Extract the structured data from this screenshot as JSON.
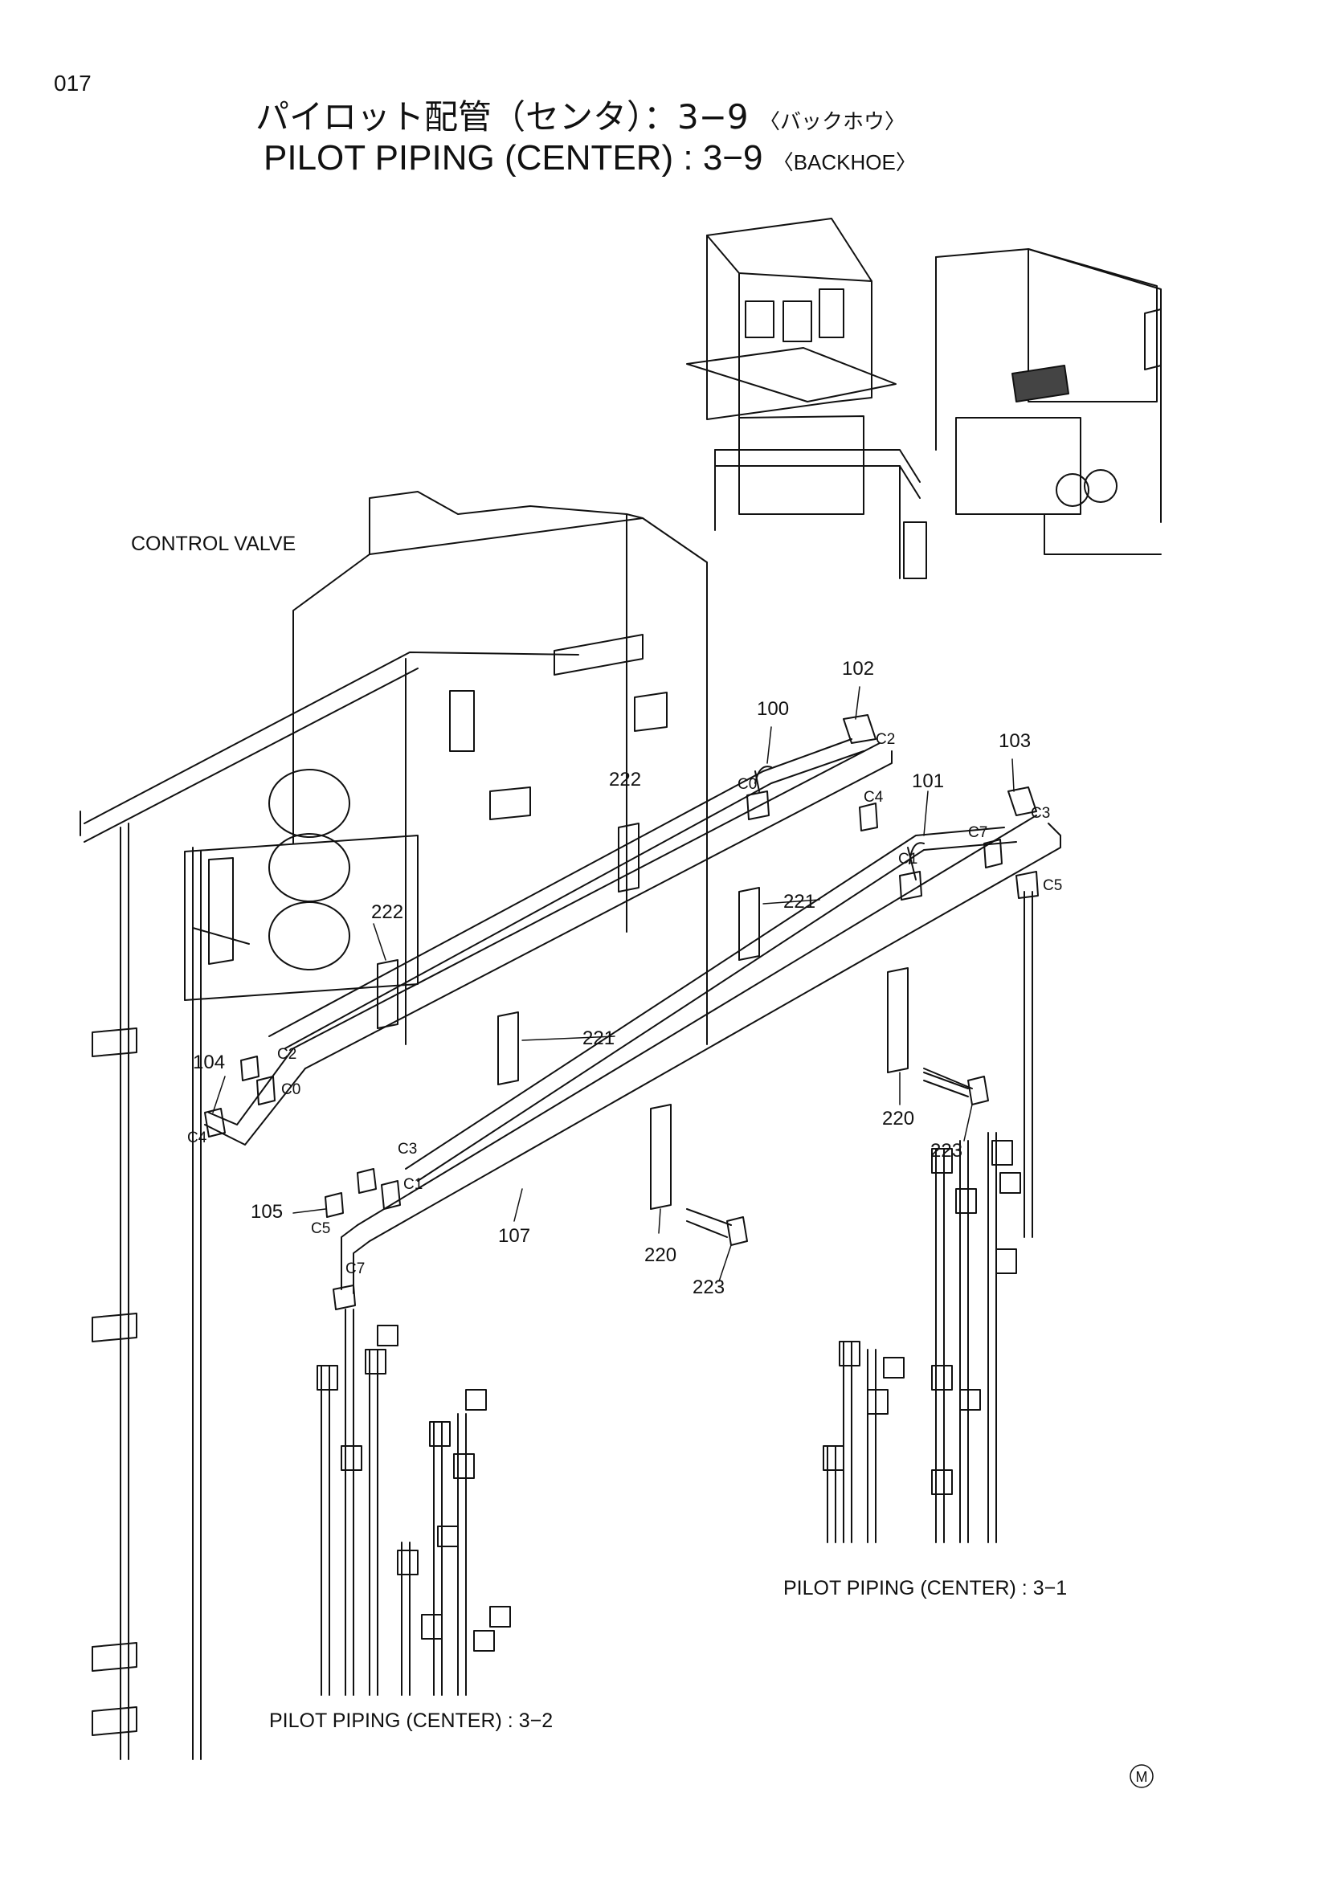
{
  "page_number": "017",
  "title_jp": "パイロット配管（センタ）：3−9",
  "title_jp_suffix": "〈バックホウ〉",
  "title_en": "PILOT PIPING (CENTER) : 3−9",
  "title_en_suffix": "〈BACKHOE〉",
  "captions": {
    "control_valve": "CONTROL VALVE",
    "ref_3_1": "PILOT PIPING (CENTER) : 3−1",
    "ref_3_2": "PILOT PIPING (CENTER) : 3−2"
  },
  "mark": "M",
  "part_numbers": {
    "p100": "100",
    "p101": "101",
    "p102": "102",
    "p103": "103",
    "p104": "104",
    "p105": "105",
    "p107": "107",
    "p220a": "220",
    "p220b": "220",
    "p221a": "221",
    "p221b": "221",
    "p222a": "222",
    "p222b": "222",
    "p223a": "223",
    "p223b": "223"
  },
  "connection_labels": {
    "c0_upper": "C0",
    "c2_upper": "C2",
    "c4_upper": "C4",
    "c1_right": "C1",
    "c7_right": "C7",
    "c3_right": "C3",
    "c5_right": "C5",
    "c2_left": "C2",
    "c0_left": "C0",
    "c4_left": "C4",
    "c3_lower": "C3",
    "c1_lower": "C1",
    "c5_lower": "C5",
    "c7_lower": "C7"
  }
}
